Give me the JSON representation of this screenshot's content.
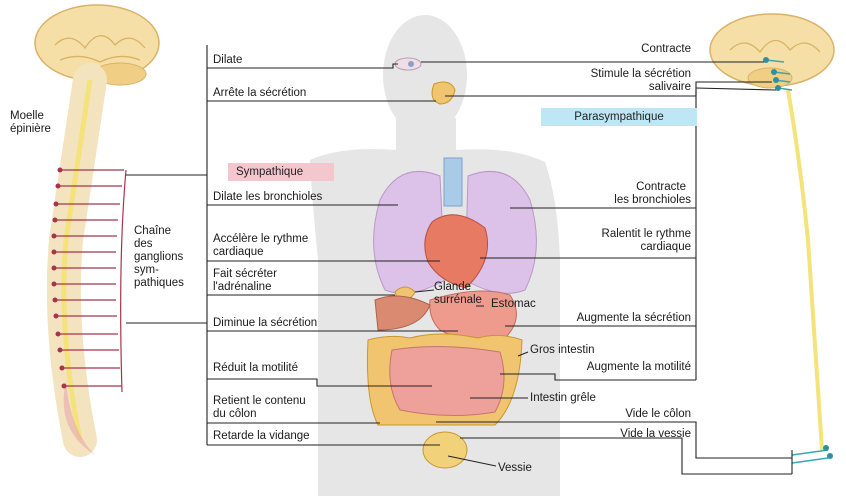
{
  "colors": {
    "body_silhouette": "#e6e6e6",
    "sympathetic_tag": "#f4c7cf",
    "parasympathetic_tag": "#bfe6f4",
    "brain": "#f6dfa6",
    "spinal_cord": "#f3e37a",
    "ganglia": "#a8344c",
    "vertebrae": "#f3e3bf",
    "lungs": "#dcc1e8",
    "heart": "#e77a63",
    "intestines": "#eea09a",
    "colon": "#f1c56f",
    "parasympathetic_nerves": "#38a7b6"
  },
  "labels": {
    "spinal_cord": [
      "Moelle",
      "épinière"
    ],
    "ganglion_chain": [
      "Chaîne",
      "des",
      "ganglions",
      "sym-",
      "pathiques"
    ],
    "sympathetic": "Sympathique",
    "parasympathetic": "Parasympathique"
  },
  "sympathetic_effects": {
    "eye": "Dilate",
    "salivary": "Arrête la sécrétion",
    "bronchi": "Dilate les bronchioles",
    "heart": [
      "Accélère le rythme",
      "cardiaque"
    ],
    "adrenal": [
      "Fait sécréter",
      "l'adrénaline"
    ],
    "stomach": "Diminue la sécrétion",
    "intestine": "Réduit la motilité",
    "colon": [
      "Retient le contenu",
      "du côlon"
    ],
    "bladder": "Retarde la vidange"
  },
  "parasympathetic_effects": {
    "eye": "Contracte",
    "salivary": [
      "Stimule la sécrétion",
      "salivaire"
    ],
    "bronchi": [
      "Contracte",
      "les bronchioles"
    ],
    "heart": [
      "Ralentit le rythme",
      "cardiaque"
    ],
    "stomach": "Augmente la sécrétion",
    "intestine": "Augmente la motilité",
    "colon": "Vide le côlon",
    "bladder": "Vide la vessie"
  },
  "organs": {
    "adrenal": [
      "Glande",
      "surrénale"
    ],
    "stomach": "Estomac",
    "large_intestine": "Gros intestin",
    "small_intestine": "Intestin grêle",
    "bladder": "Vessie"
  }
}
